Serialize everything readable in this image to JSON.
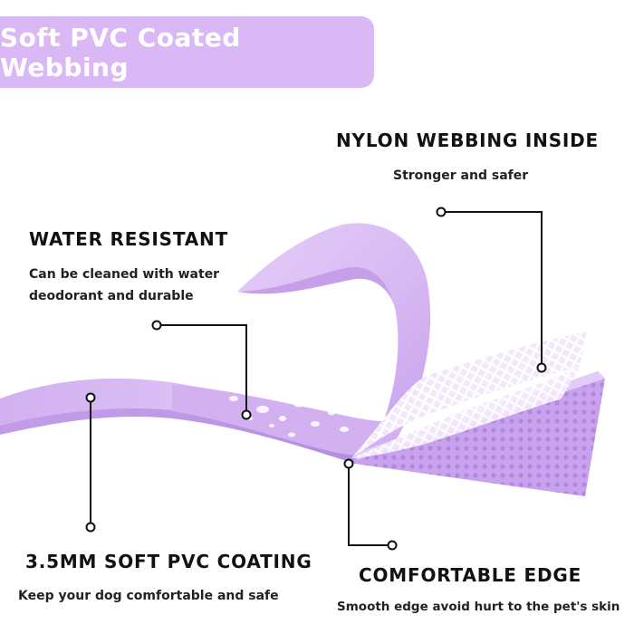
{
  "banner": {
    "title": "Soft PVC Coated Webbing"
  },
  "features": {
    "nylon": {
      "title": "NYLON WEBBING INSIDE",
      "desc": "Stronger and safer"
    },
    "water": {
      "title": "WATER RESISTANT",
      "desc_line1": "Can be cleaned with water",
      "desc_line2": "deodorant and durable"
    },
    "coating": {
      "title": "3.5MM SOFT PVC COATING",
      "desc": "Keep your dog comfortable and safe"
    },
    "edge": {
      "title": "COMFORTABLE EDGE",
      "desc": "Smooth edge avoid hurt to the pet's skin"
    }
  },
  "colors": {
    "banner": "#d9b8f5",
    "strap": "#d7b8f2",
    "strap_shadow": "#b893e0",
    "mesh": "#ffffff",
    "callout": "#111111"
  }
}
